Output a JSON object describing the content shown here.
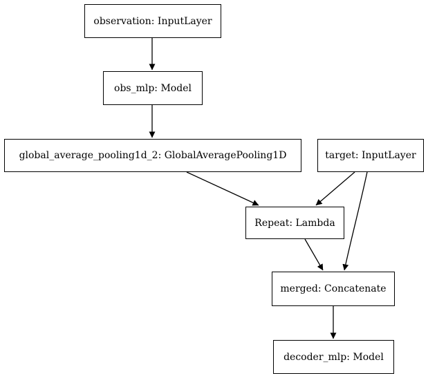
{
  "nodes": {
    "observation": "observation: InputLayer",
    "obs_mlp": "obs_mlp: Model",
    "pooling": "global_average_pooling1d_2: GlobalAveragePooling1D",
    "target": "target: InputLayer",
    "repeat": "Repeat: Lambda",
    "merged": "merged: Concatenate",
    "decoder": "decoder_mlp: Model"
  },
  "edges": [
    {
      "from": "observation",
      "to": "obs_mlp"
    },
    {
      "from": "obs_mlp",
      "to": "pooling"
    },
    {
      "from": "pooling",
      "to": "repeat"
    },
    {
      "from": "target",
      "to": "repeat"
    },
    {
      "from": "target",
      "to": "merged"
    },
    {
      "from": "repeat",
      "to": "merged"
    },
    {
      "from": "merged",
      "to": "decoder"
    }
  ]
}
